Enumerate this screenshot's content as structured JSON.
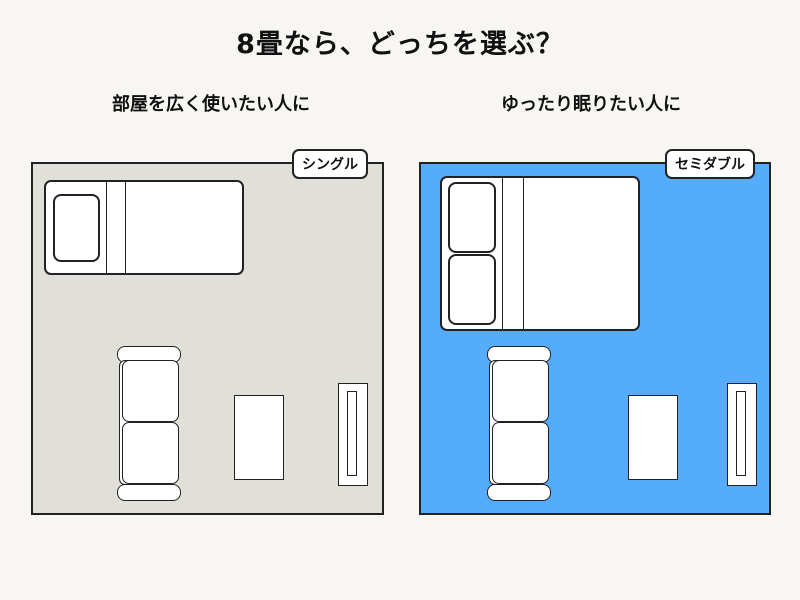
{
  "title": "8畳なら、どっちを選ぶ？",
  "options": [
    {
      "heading": "部屋を広く使いたい人に",
      "badge": "シングル",
      "bed_pillows": 1,
      "room_color": "#e0dfd8"
    },
    {
      "heading": "ゆったり眠りたい人に",
      "badge": "セミダブル",
      "bed_pillows": 2,
      "room_color": "#55acfc"
    }
  ]
}
